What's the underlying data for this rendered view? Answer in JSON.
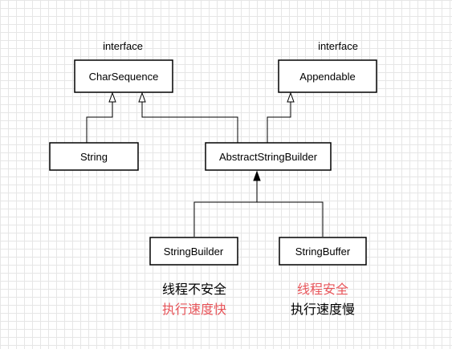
{
  "nodes": {
    "charsequence": {
      "name": "CharSequence",
      "stereotype": "interface"
    },
    "appendable": {
      "name": "Appendable",
      "stereotype": "interface"
    },
    "string": {
      "name": "String"
    },
    "abstract_builder": {
      "name": "AbstractStringBuilder"
    },
    "string_builder": {
      "name": "StringBuilder"
    },
    "string_buffer": {
      "name": "StringBuffer"
    }
  },
  "notes": {
    "builder": {
      "line1": "线程不安全",
      "line2": "执行速度快"
    },
    "buffer": {
      "line1": "线程安全",
      "line2": "执行速度慢"
    }
  },
  "colors": {
    "highlight": "#e8555a",
    "text": "#000000"
  }
}
